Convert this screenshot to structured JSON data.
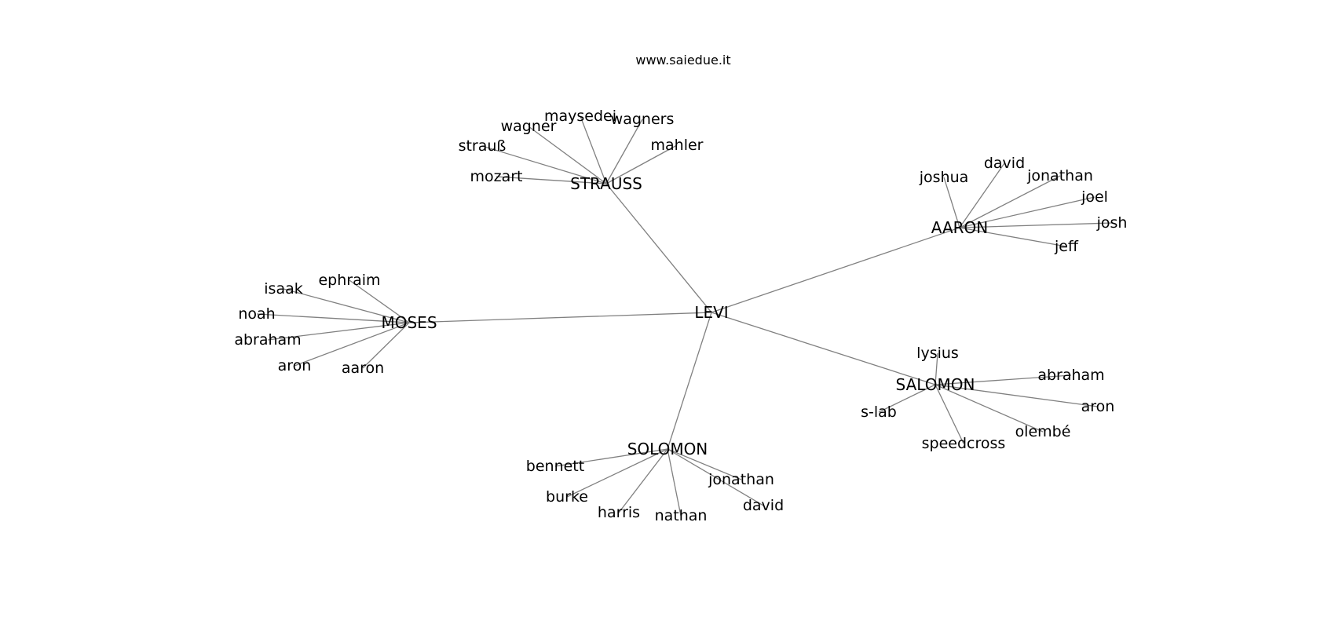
{
  "header": {
    "site": "www.saiedue.it"
  },
  "graph": {
    "center": "LEVI",
    "groups": [
      {
        "hub": "STRAUSS",
        "leaves": [
          "wagner",
          "maysedei",
          "wagners",
          "strauß",
          "mahler",
          "mozart"
        ]
      },
      {
        "hub": "AARON",
        "leaves": [
          "joshua",
          "david",
          "jonathan",
          "joel",
          "josh",
          "jeff"
        ]
      },
      {
        "hub": "MOSES",
        "leaves": [
          "ephraim",
          "isaak",
          "noah",
          "abraham",
          "aron",
          "aaron"
        ]
      },
      {
        "hub": "SALOMON",
        "leaves": [
          "lysius",
          "abraham",
          "aron",
          "olembé",
          "speedcross",
          "s-lab"
        ]
      },
      {
        "hub": "SOLOMON",
        "leaves": [
          "bennett",
          "burke",
          "harris",
          "nathan",
          "jonathan",
          "david"
        ]
      }
    ]
  }
}
